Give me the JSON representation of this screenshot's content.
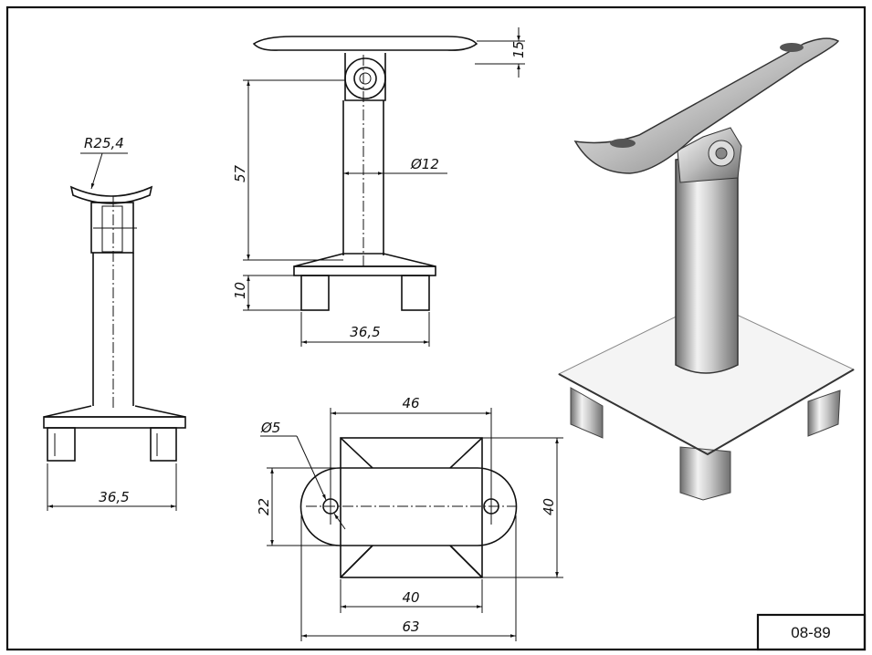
{
  "drawing_code": "08-89",
  "side_view": {
    "radius_label": "R25,4",
    "base_width_label": "36,5"
  },
  "front_view": {
    "saddle_height_label": "15",
    "post_height_label": "57",
    "post_diameter_label": "Ø12",
    "feet_height_label": "10",
    "base_width_label": "36,5"
  },
  "top_view": {
    "hole_diameter_label": "Ø5",
    "hole_spacing_label": "46",
    "saddle_width_label": "22",
    "plate_height_label": "40",
    "plate_width_label": "40",
    "saddle_length_label": "63"
  },
  "colors": {
    "line": "#111111",
    "background": "#ffffff",
    "metal_light": "#e8e8e8",
    "metal_dark": "#7a7a7a"
  }
}
